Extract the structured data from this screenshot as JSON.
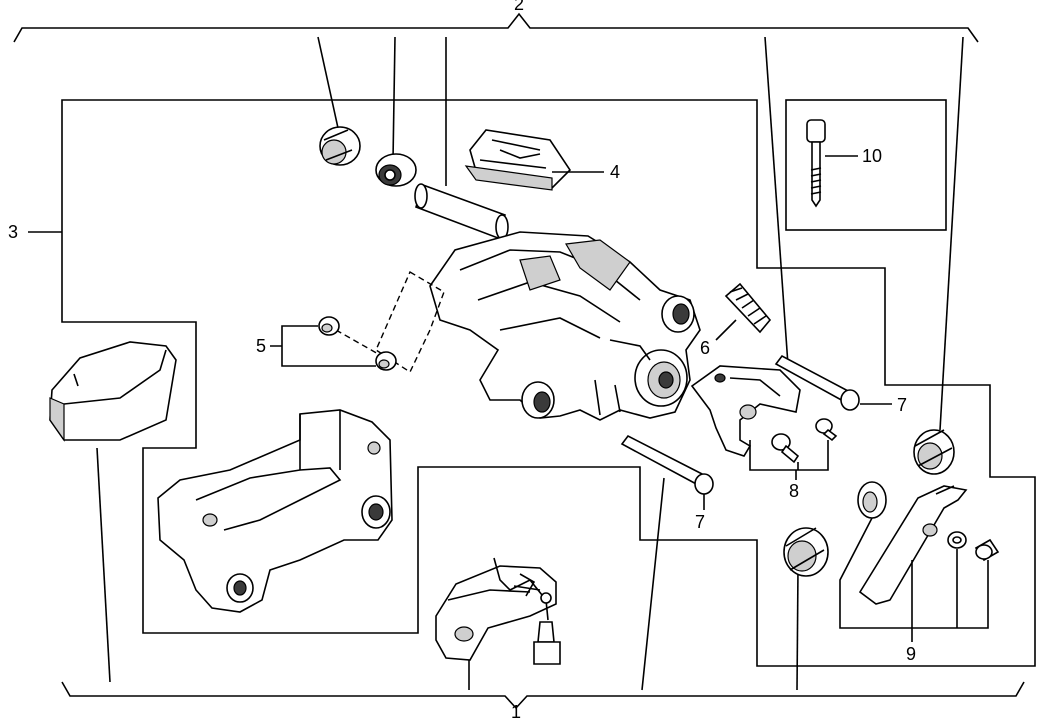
{
  "callouts": {
    "c1": "1",
    "c2": "2",
    "c3": "3",
    "c4": "4",
    "c5": "5",
    "c6": "6",
    "c7a": "7",
    "c7b": "7",
    "c8": "8",
    "c9": "9",
    "c10": "10"
  }
}
